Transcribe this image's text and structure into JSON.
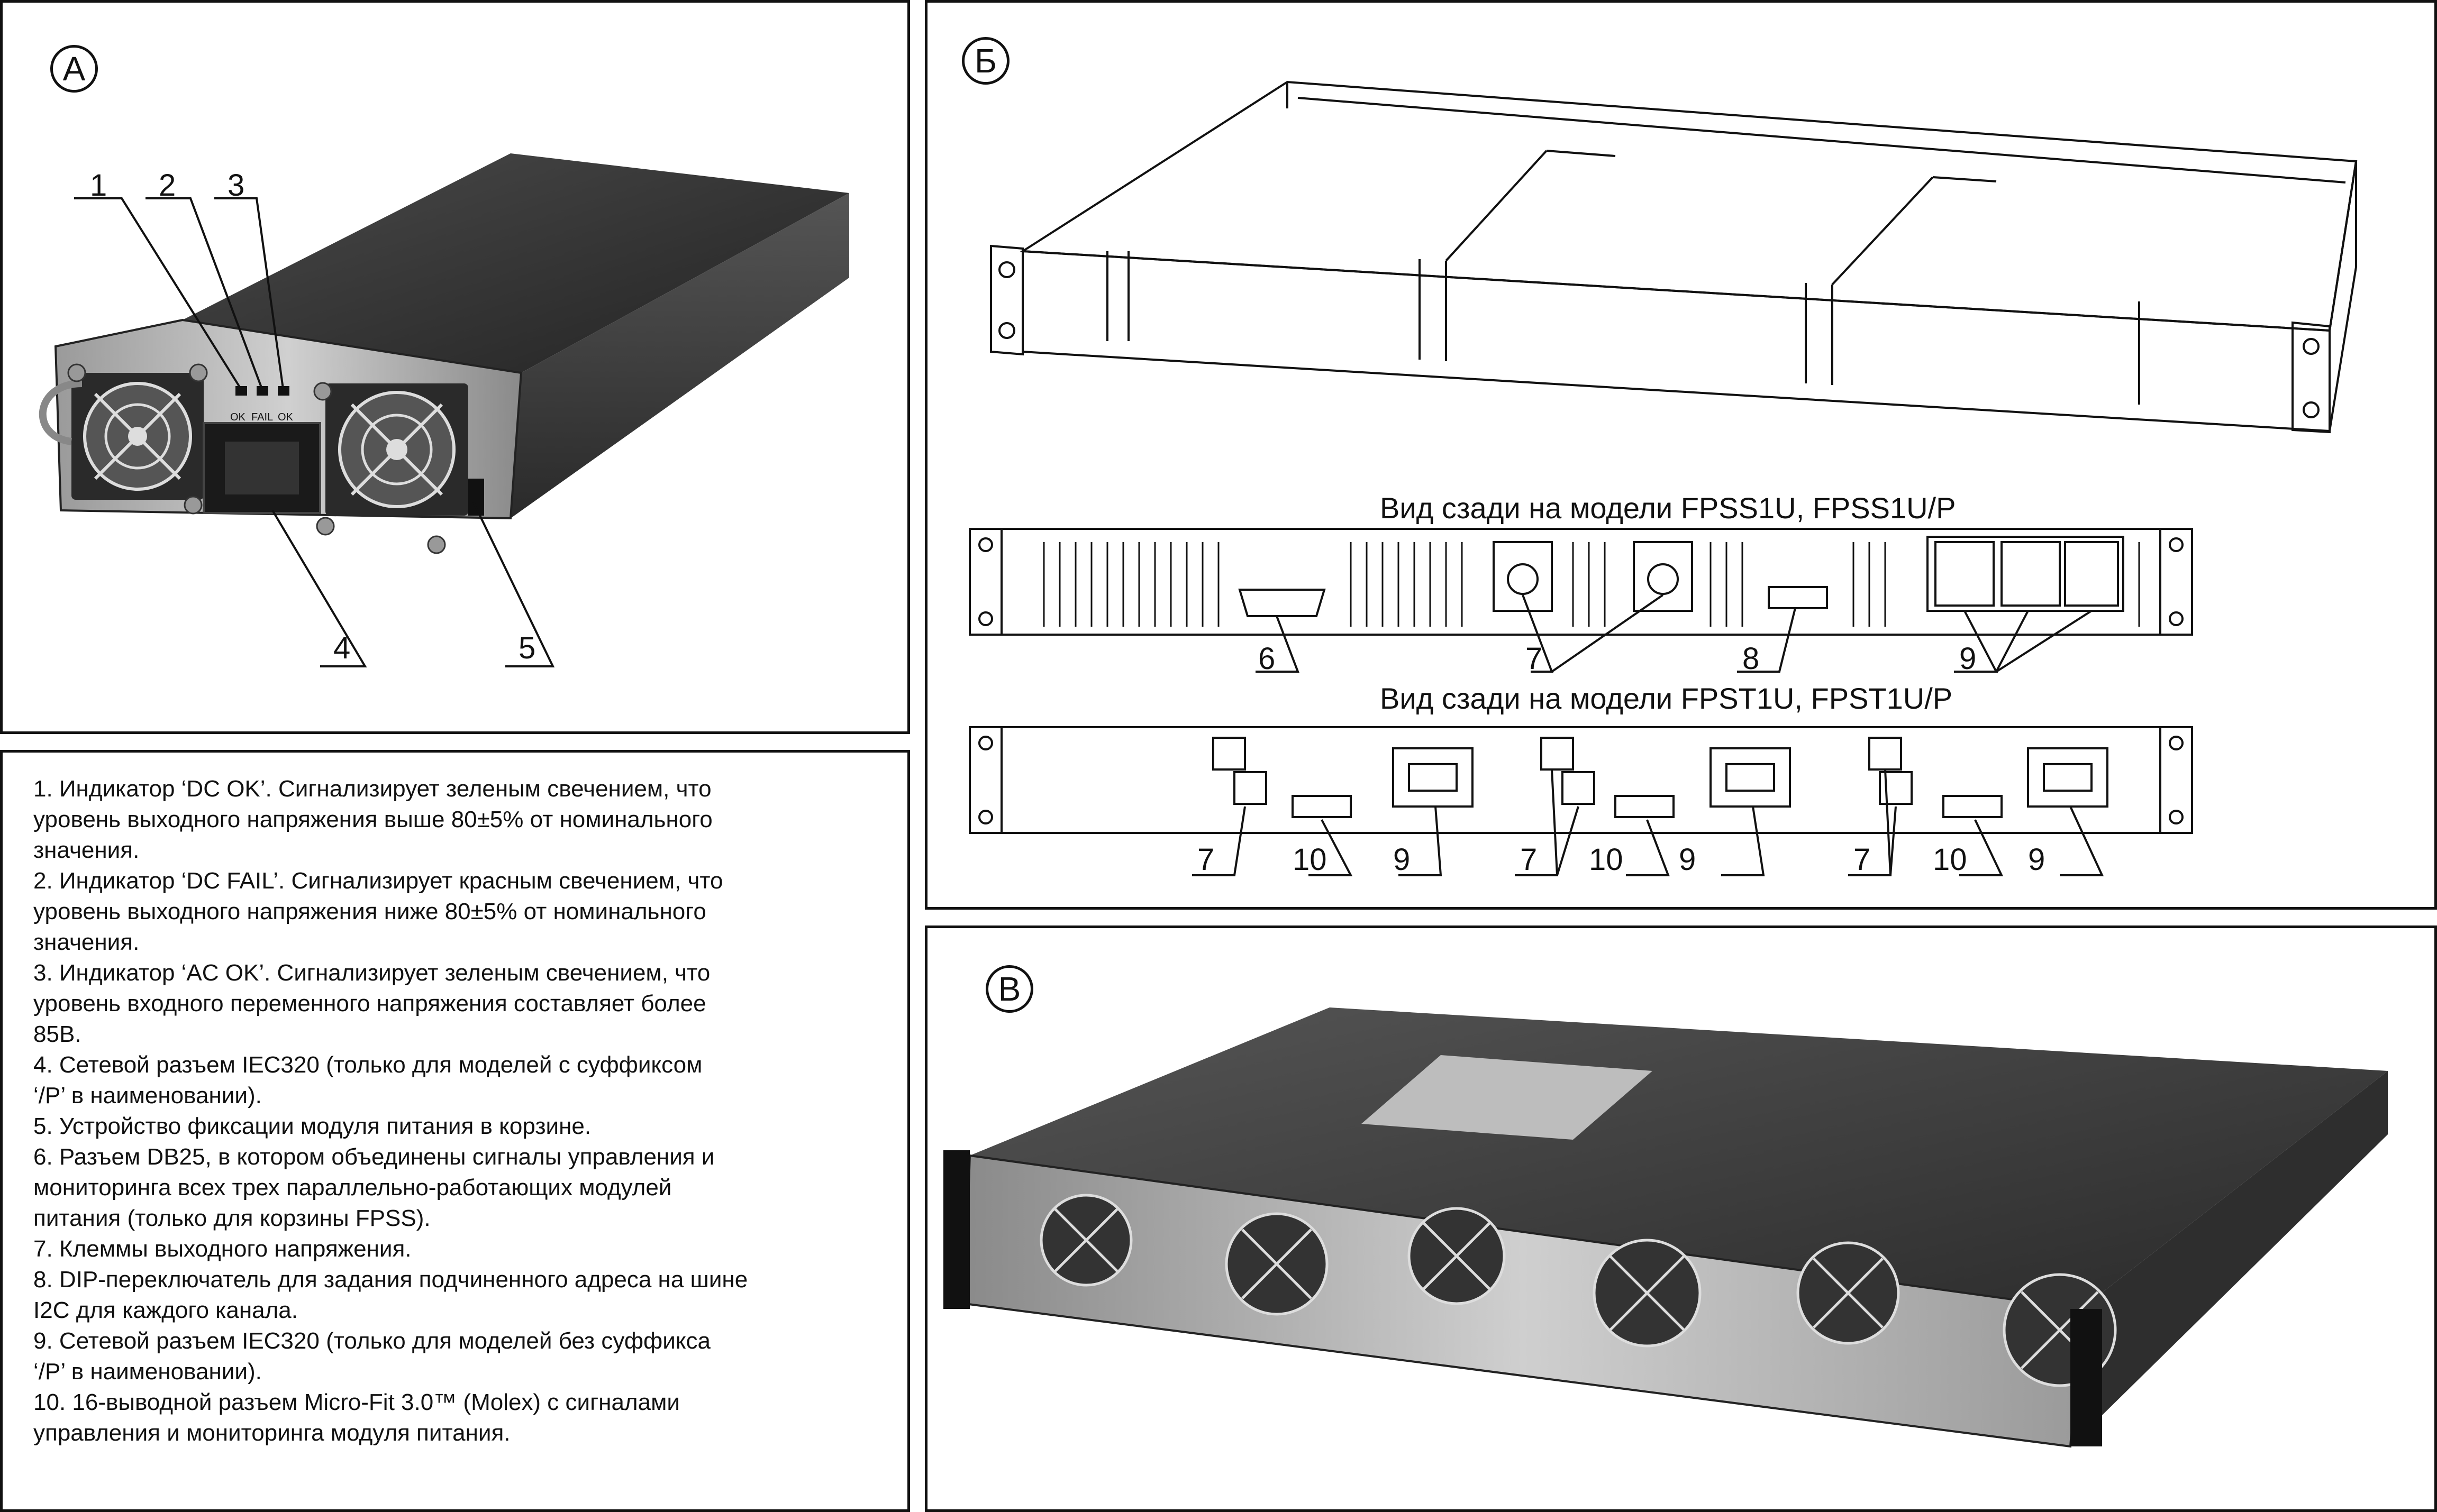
{
  "panels": {
    "a": {
      "label": "А"
    },
    "b": {
      "label": "Б",
      "caption_top": "Вид сзади на модели FPSS1U, FPSS1U/P",
      "caption_bottom": "Вид сзади на модели FPST1U, FPST1U/P"
    },
    "v": {
      "label": "В"
    }
  },
  "callouts_a": [
    "1",
    "2",
    "3",
    "4",
    "5"
  ],
  "callouts_b_top": [
    "6",
    "7",
    "8",
    "9"
  ],
  "callouts_b_bottom": [
    "7",
    "10",
    "9",
    "7",
    "10",
    "9",
    "7",
    "10",
    "9"
  ],
  "module_led_labels": [
    "OK",
    "FAIL",
    "OK"
  ],
  "legend": [
    "1. Индикатор ‘DC OK’. Сигнализирует зеленым свечением, что",
    "уровень выходного напряжения выше 80±5% от номинального",
    "значения.",
    "2. Индикатор ‘DC FAIL’. Сигнализирует красным свечением, что",
    "уровень выходного напряжения ниже 80±5% от номинального",
    "значения.",
    "3. Индикатор ‘AC OK’. Сигнализирует зеленым свечением, что",
    "уровень входного переменного напряжения составляет более",
    "85В.",
    "4. Сетевой разъем IEC320 (только для моделей с суффиксом",
    "‘/P’ в наименовании).",
    "5. Устройство фиксации модуля питания в корзине.",
    "6. Разъем DB25, в котором объединены сигналы управления и",
    "мониторинга всех трех параллельно-работающих модулей",
    "питания (только для корзины FPSS).",
    "7. Клеммы выходного напряжения.",
    "8. DIP-переключатель для задания подчиненного адреса на шине",
    "I2C для каждого канала.",
    "9. Сетевой разъем IEC320 (только для моделей без суффикса",
    "‘/P’ в наименовании).",
    "10. 16-выводной разъем Micro-Fit 3.0™ (Molex) с сигналами",
    "управления и мониторинга модуля питания."
  ],
  "colors": {
    "line": "#111111",
    "metal_dark": "#3a3a3a",
    "metal_mid": "#7a7a7a",
    "metal_light": "#c8c8c8",
    "background": "#ffffff"
  }
}
